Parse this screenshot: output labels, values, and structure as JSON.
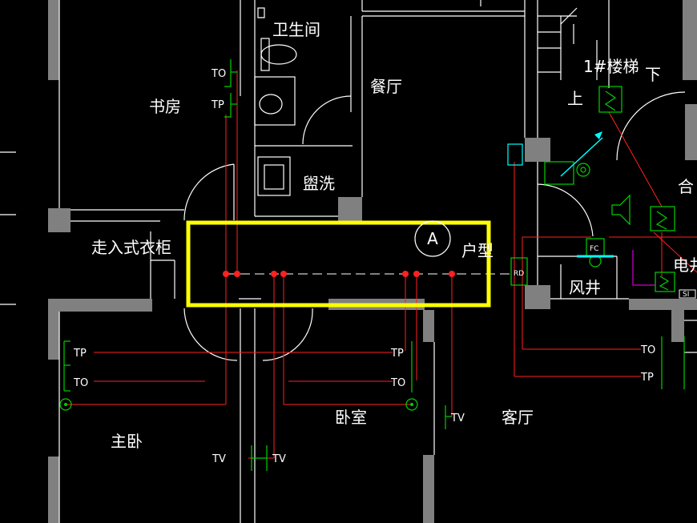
{
  "rooms": {
    "toilet": "卫生间",
    "dining": "餐厅",
    "study": "书房",
    "stair": "1#楼梯",
    "down": "下",
    "up": "上",
    "wash": "盥洗",
    "he": "合",
    "walkin": "走入式衣柜",
    "unit_type": "户型",
    "elec": "电井",
    "wind": "风井",
    "bedroom": "卧室",
    "living": "客厅",
    "master": "主卧"
  },
  "axis_marker": "A",
  "devices": {
    "to": "TO",
    "tp": "TP",
    "tv": "TV",
    "rd": "RD",
    "fc": "FC",
    "si": "SI"
  },
  "colors": {
    "background": "#000000",
    "wall": "#808080",
    "line": "#ffffff",
    "device": "#00d000",
    "wire": "#ff2020",
    "highlight": "#ffff00",
    "cyan": "#00ffff",
    "magenta": "#ff00ff"
  }
}
